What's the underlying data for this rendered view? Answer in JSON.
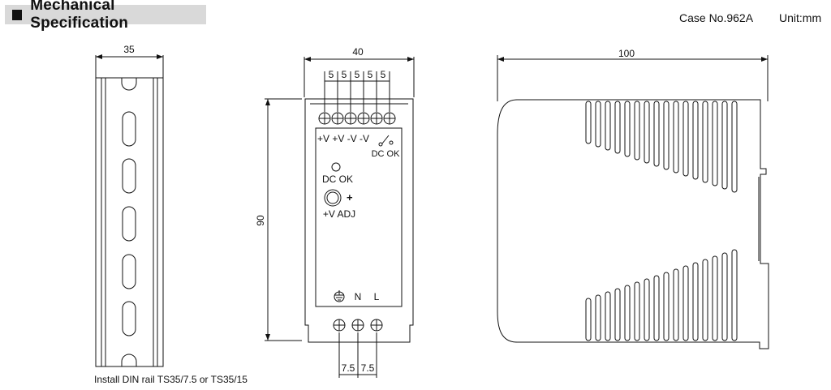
{
  "header": {
    "title": "Mechanical Specification"
  },
  "case_info": {
    "case_no": "Case No.962A",
    "unit": "Unit:mm"
  },
  "din_rail": {
    "dim_width": "35",
    "note": "Install DIN rail TS35/7.5 or TS35/15"
  },
  "front_view": {
    "dim_width": "40",
    "dim_height": "90",
    "terminal_pitch": [
      "5",
      "5",
      "5",
      "5",
      "5"
    ],
    "output_labels": "+V +V -V -V",
    "dc_ok_contact": "DC OK",
    "dc_ok_led": "DC OK",
    "adj_plus": "+",
    "v_adj": "+V ADJ",
    "input_labels": [
      "N",
      "L"
    ],
    "input_pitch": [
      "7.5",
      "7.5"
    ]
  },
  "side_view": {
    "dim_depth": "100"
  }
}
